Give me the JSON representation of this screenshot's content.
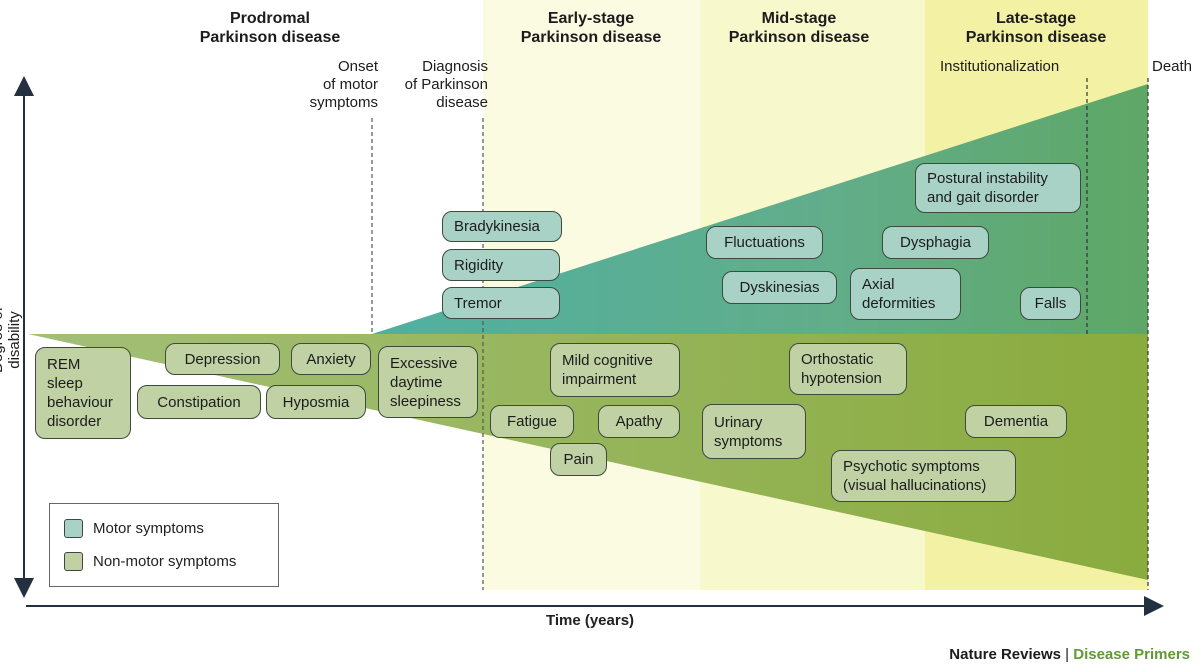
{
  "stages": [
    {
      "line1": "Prodromal",
      "line2": "Parkinson disease"
    },
    {
      "line1": "Early-stage",
      "line2": "Parkinson disease"
    },
    {
      "line1": "Mid-stage",
      "line2": "Parkinson disease"
    },
    {
      "line1": "Late-stage",
      "line2": "Parkinson disease"
    }
  ],
  "events": {
    "onset": [
      "Onset",
      "of motor",
      "symptoms"
    ],
    "diagnosis": [
      "Diagnosis",
      "of Parkinson",
      "disease"
    ],
    "institutionalization": "Institutionalization",
    "death": "Death"
  },
  "motor_symptoms": [
    {
      "text": "Bradykinesia"
    },
    {
      "text": "Rigidity"
    },
    {
      "text": "Tremor"
    },
    {
      "text": "Fluctuations"
    },
    {
      "text": "Dyskinesias"
    },
    {
      "lines": [
        "Axial",
        "deformities"
      ]
    },
    {
      "text": "Dysphagia"
    },
    {
      "lines": [
        "Postural instability",
        "and gait disorder"
      ]
    },
    {
      "text": "Falls"
    }
  ],
  "nonmotor_symptoms": [
    {
      "lines": [
        "REM",
        "sleep",
        "behaviour",
        "disorder"
      ]
    },
    {
      "text": "Depression"
    },
    {
      "text": "Anxiety"
    },
    {
      "text": "Constipation"
    },
    {
      "text": "Hyposmia"
    },
    {
      "lines": [
        "Excessive",
        "daytime",
        "sleepiness"
      ]
    },
    {
      "lines": [
        "Mild cognitive",
        "impairment"
      ]
    },
    {
      "text": "Fatigue"
    },
    {
      "text": "Apathy"
    },
    {
      "text": "Pain"
    },
    {
      "lines": [
        "Orthostatic",
        "hypotension"
      ]
    },
    {
      "lines": [
        "Urinary",
        "symptoms"
      ]
    },
    {
      "text": "Dementia"
    },
    {
      "lines": [
        "Psychotic symptoms",
        "(visual hallucinations)"
      ]
    }
  ],
  "legend": {
    "motor": "Motor symptoms",
    "nonmotor": "Non-motor symptoms"
  },
  "axes": {
    "y": "Degree of disability",
    "x": "Time (years)"
  },
  "credit": {
    "publisher": "Nature Reviews",
    "separator": "|",
    "series": "Disease Primers"
  },
  "colors": {
    "motor_area": "#5fa98e",
    "nonmotor_area": "#8fb25c",
    "motor_pill": "#a9d2c7",
    "nonmotor_pill": "#c0d1a4",
    "early_band": "#fbfbe2",
    "mid_band": "#f8f8cd",
    "late_band": "#f3f2a4",
    "axis": "#223040",
    "series_brand": "#5f9a33"
  }
}
